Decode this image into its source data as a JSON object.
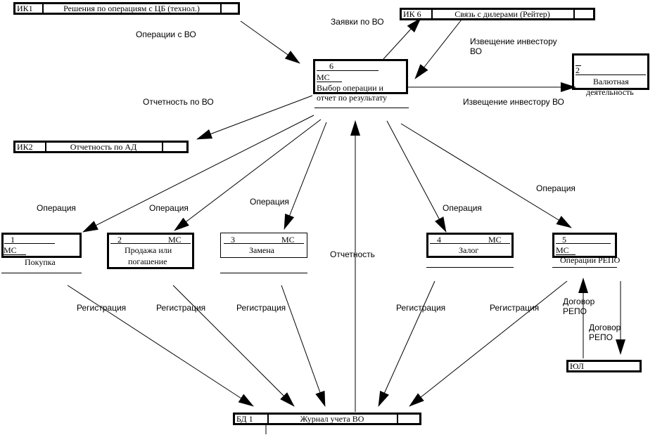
{
  "stores": {
    "ik1": {
      "id": "ИК1",
      "name": "Решения по операциям с ЦБ (технол.)"
    },
    "ik6": {
      "id": "ИК 6",
      "name": "Связь с дилерами (Рейтер)"
    },
    "ik2": {
      "id": "ИК2",
      "name": "Отчетность по АД"
    },
    "bd1": {
      "id": "БД 1",
      "name": "Журнал учета ВО"
    },
    "yul": {
      "id": "ЮЛ"
    }
  },
  "processes": {
    "p6": {
      "num": "6",
      "mc": "МС",
      "name_line1": "Выбор операции и",
      "name_line2": "отчет по результату"
    },
    "p2ext": {
      "num": "2",
      "name_line1": "Валютная",
      "name_line2": "деятельность"
    },
    "p1": {
      "num": "1",
      "mc": "МС",
      "name": "Покупка"
    },
    "p2": {
      "num": "2",
      "mc": "МС",
      "name_line1": "Продажа или",
      "name_line2": "погашение"
    },
    "p3": {
      "num": "3",
      "mc": "МС",
      "name": "Замена"
    },
    "p4": {
      "num": "4",
      "mc": "МС",
      "name": "Залог"
    },
    "p5": {
      "num": "5",
      "mc": "МС",
      "name": "Операции РЕПО"
    }
  },
  "flows": {
    "ops_vo": "Операции с ВО",
    "requests_vo": "Заявки по ВО",
    "notice_line1": "Извещение инвестору",
    "notice_line2": "ВО",
    "notice_full": "Извещение инвестору ВО",
    "report_vo": "Отчетность по ВО",
    "op1": "Операция",
    "op2": "Операция",
    "op3": "Операция",
    "op4": "Операция",
    "op5": "Операция",
    "report": "Отчетность",
    "reg1": "Регистрация",
    "reg2": "Регистрация",
    "reg3": "Регистрация",
    "reg4": "Регистрация",
    "reg5": "Регистрация",
    "repo1_line1": "Договор",
    "repo1_line2": "РЕПО",
    "repo2_line1": "Договор",
    "repo2_line2": "РЕПО"
  }
}
